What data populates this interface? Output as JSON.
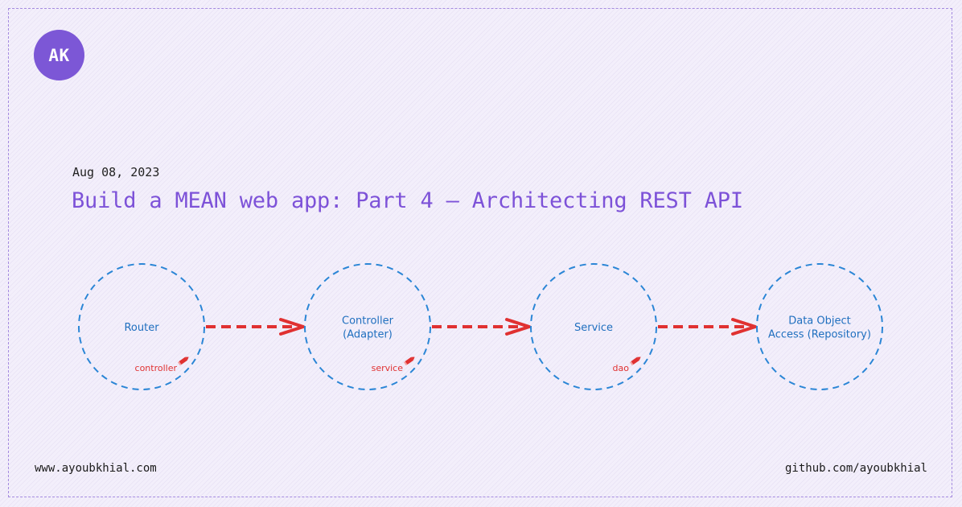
{
  "author": {
    "initials": "AK"
  },
  "post": {
    "date": "Aug 08, 2023",
    "title": "Build a MEAN web app: Part 4 – Architecting REST API"
  },
  "diagram": {
    "nodes": [
      {
        "lines": [
          "Router"
        ],
        "tag": "controller"
      },
      {
        "lines": [
          "Controller",
          "(Adapter)"
        ],
        "tag": "service"
      },
      {
        "lines": [
          "Service"
        ],
        "tag": "dao"
      },
      {
        "lines": [
          "Data Object",
          "Access (Repository)"
        ],
        "tag": ""
      }
    ],
    "colors": {
      "node_stroke": "#2b86d6",
      "node_text": "#1f6fbf",
      "arrow": "#e03131",
      "tag": "#e03131"
    }
  },
  "footer": {
    "website": "www.ayoubkhial.com",
    "github": "github.com/ayoubkhial"
  }
}
